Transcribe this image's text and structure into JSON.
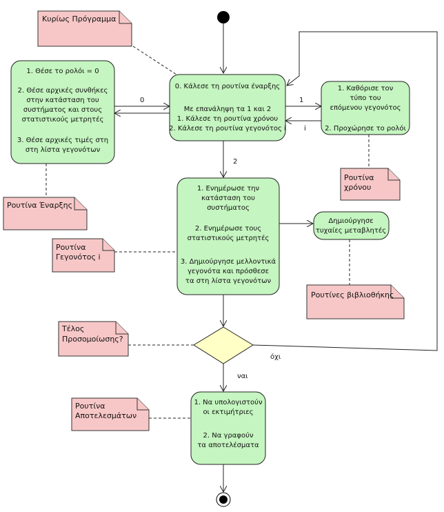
{
  "main_program_note": "Κυρίως Πρόγραμμα",
  "init_activity": [
    "1. Θέσε το ρολόι = 0",
    "",
    "2. Θέσε αρχικές συνθήκες",
    "στην κατάσταση του",
    "συστήματος και στους",
    "στατιστικούς μετρητές",
    "",
    "3. Θέσε αρχικές τιμές στη",
    "στη λίστα γεγονότων"
  ],
  "init_note": "Ρουτίνα Έναρξης",
  "main_activity": [
    "0. Κάλεσε τη ρουτίνα έναρξης",
    "",
    "Με επανάληψη τα 1 και 2",
    "1. Κάλεσε τη ρουτίνα χρόνου",
    "2. Κάλεσε τη ρουτίνα γεγονότος i"
  ],
  "timing_activity": [
    "1. Καθόρισε τον",
    "τύπο του",
    "επόμενου γεγονότος",
    "",
    "2. Προχώρησε το ρολόι"
  ],
  "timing_note": [
    "Ρουτίνα",
    "χρόνου"
  ],
  "event_activity": [
    "1. Ενημέρωσε την",
    "κατάσταση του",
    "συστήματος",
    "",
    "2. Ενημέρωσε τους",
    "στατιστικούς μετρητές",
    "",
    "3. Δημιούργησε μελλοντικά",
    "γεγονότα και πρόσθεσε",
    "τα στη λίστα γεγονότων"
  ],
  "event_note": [
    "Ρουτίνα",
    "Γεγονότος i"
  ],
  "random_activity": [
    "Δημιούργησε",
    "τυχαίες μεταβλητές"
  ],
  "library_note": "Ρουτίνες βιβλιοθήκης",
  "end_note": [
    "Τέλος",
    "Προσομοίωσης?"
  ],
  "report_activity": [
    "1. Να υπολογιστούν",
    "οι εκτιμήτριες",
    "",
    "2. Να γραφούν",
    "τα αποτελέσματα"
  ],
  "report_note": [
    "Ρουτίνα",
    "Αποτελεσμάτων"
  ],
  "edge_labels": {
    "to_init": "0",
    "to_timing": "1",
    "from_timing": "i",
    "to_event": "2",
    "no": "όχι",
    "yes": "ναι"
  }
}
